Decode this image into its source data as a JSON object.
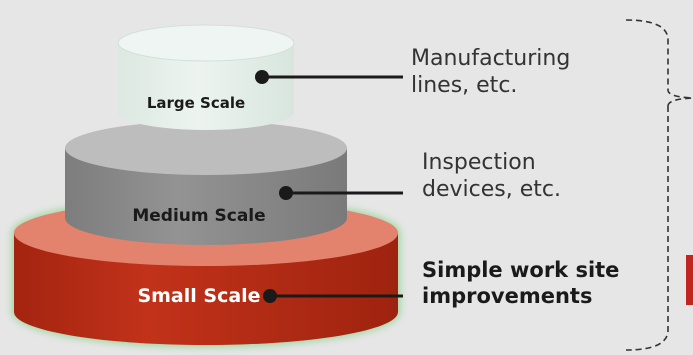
{
  "colors": {
    "background": "#e6e6e6",
    "large_side": "#e4eee9",
    "large_top": "#eff5f2",
    "medium_side": "#8c8c8c",
    "medium_top": "#bdbdbd",
    "small_side": "#b52b12",
    "small_top": "#e3826d",
    "small_glow": "#8fd08f",
    "connector": "#1a1a1a",
    "bracket": "#333333",
    "accent_fragment": "#c0261f"
  },
  "tiers": [
    {
      "name": "Large Scale",
      "description": "Manufacturing\nlines, etc.",
      "description_lines": [
        "Manufacturing",
        "lines, etc."
      ],
      "emphasis": false
    },
    {
      "name": "Medium Scale",
      "description": "Inspection\ndevices, etc.",
      "description_lines": [
        "Inspection",
        "devices, etc."
      ],
      "emphasis": false
    },
    {
      "name": "Small Scale",
      "description": "Simple work site\nimprovements",
      "description_lines": [
        "Simple work site",
        "improvements"
      ],
      "emphasis": true
    }
  ]
}
